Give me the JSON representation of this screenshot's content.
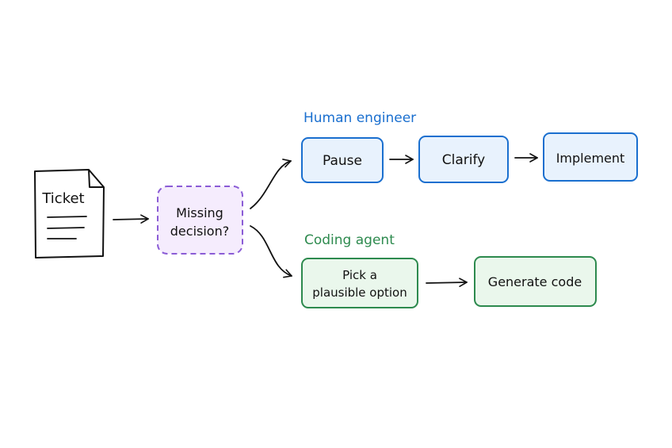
{
  "ticket": {
    "label": "Ticket"
  },
  "decision": {
    "line1": "Missing",
    "line2": "decision?"
  },
  "human_lane": {
    "title": "Human engineer",
    "steps": [
      "Pause",
      "Clarify",
      "Implement"
    ]
  },
  "agent_lane": {
    "title": "Coding agent",
    "step1_line1": "Pick a",
    "step1_line2": "plausible option",
    "step2": "Generate code"
  },
  "colors": {
    "ink": "#111111",
    "blue_stroke": "#1a6fcf",
    "blue_fill": "#e8f2fd",
    "green_stroke": "#2d8a4e",
    "green_fill": "#eaf7ec",
    "purple_stroke": "#8b5cd6",
    "purple_fill": "#f5ecfd"
  }
}
